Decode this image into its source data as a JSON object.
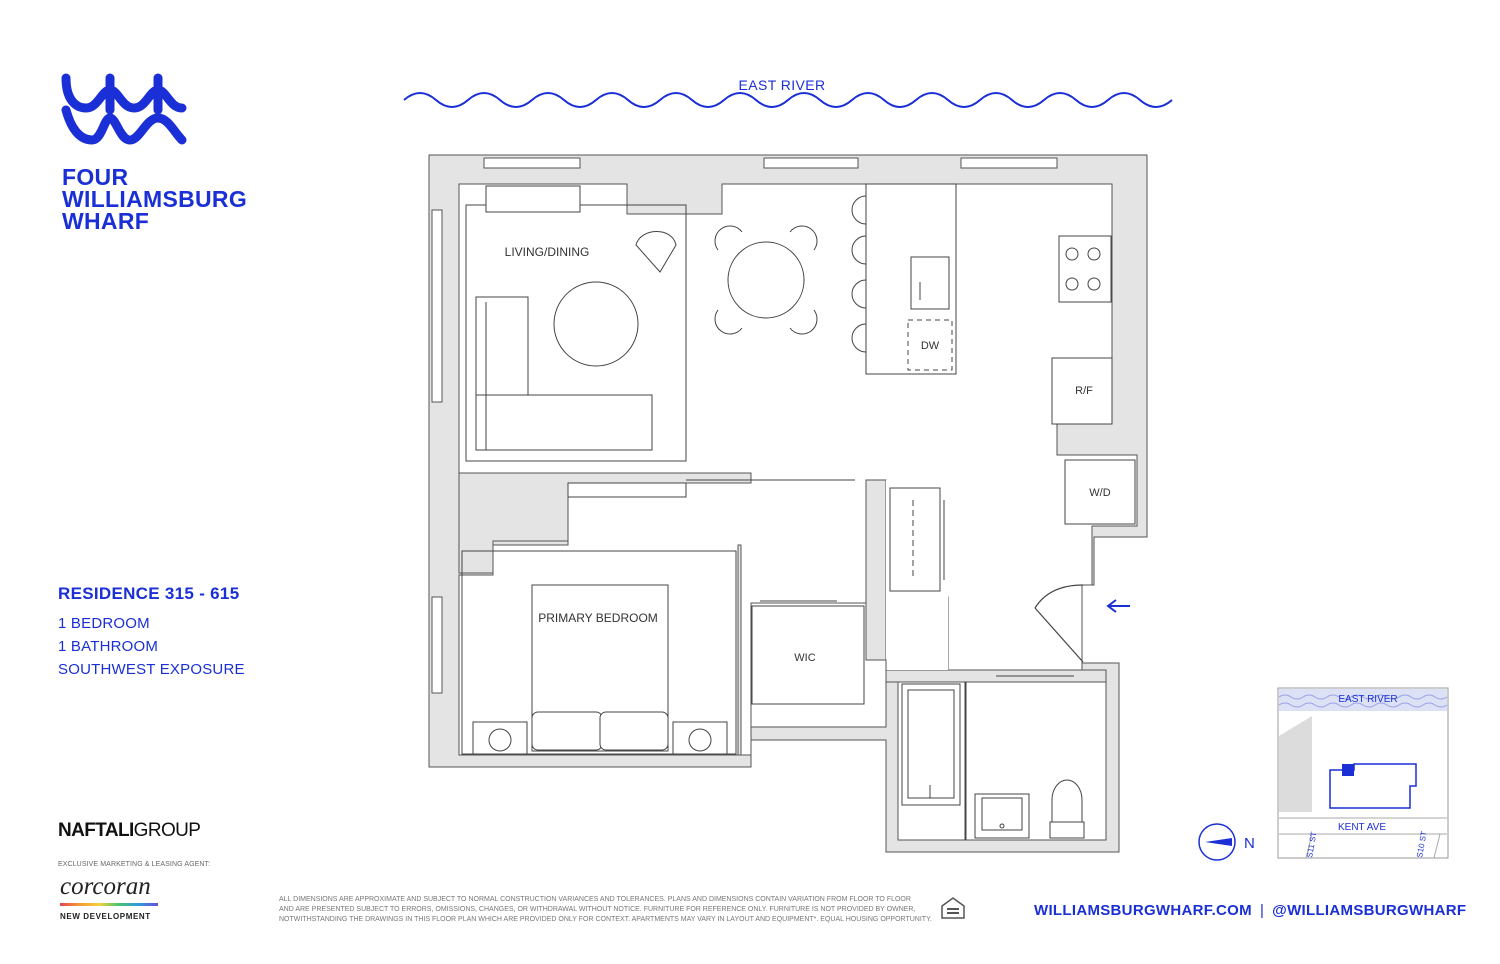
{
  "brand": {
    "name_lines": [
      "FOUR",
      "WILLIAMSBURG",
      "WHARF"
    ],
    "color": "#1a2fd6"
  },
  "residence": {
    "title": "RESIDENCE 315 - 615",
    "bedrooms": "1 BEDROOM",
    "bathrooms": "1 BATHROOM",
    "exposure": "SOUTHWEST EXPOSURE"
  },
  "developer": {
    "name_bold": "NAFTALI",
    "name_regular": "GROUP"
  },
  "agent": {
    "label": "EXCLUSIVE MARKETING & LEASING AGENT:",
    "name": "corcoran",
    "division": "NEW DEVELOPMENT"
  },
  "plan": {
    "water_label": "EAST RIVER",
    "rooms": {
      "living": "LIVING/DINING",
      "bedroom": "PRIMARY BEDROOM",
      "wic": "WIC",
      "dishwasher": "DW",
      "fridge": "R/F",
      "washer_dryer": "W/D"
    },
    "compass_label": "N"
  },
  "keyplan": {
    "water_label": "EAST RIVER",
    "street": "KENT AVE",
    "cross_street_1": "S11 ST",
    "cross_street_2": "S10 ST"
  },
  "disclaimer": {
    "line1": "ALL DIMENSIONS ARE APPROXIMATE AND SUBJECT TO NORMAL CONSTRUCTION VARIANCES AND TOLERANCES. PLANS AND DIMENSIONS CONTAIN VARIATION FROM FLOOR TO FLOOR",
    "line2": "AND ARE PRESENTED SUBJECT TO ERRORS, OMISSIONS, CHANGES, OR WITHDRAWAL WITHOUT NOTICE. FURNITURE FOR REFERENCE ONLY. FURNITURE IS NOT PROVIDED BY OWNER,",
    "line3": "NOTWITHSTANDING THE DRAWINGS IN THIS FLOOR PLAN WHICH ARE PROVIDED ONLY FOR CONTEXT. APARTMENTS MAY VARY IN LAYOUT AND EQUIPMENT*. EQUAL HOUSING OPPORTUNITY."
  },
  "footer": {
    "website": "WILLIAMSBURGWHARF.COM",
    "separator": "|",
    "handle": "@WILLIAMSBURGWHARF"
  }
}
